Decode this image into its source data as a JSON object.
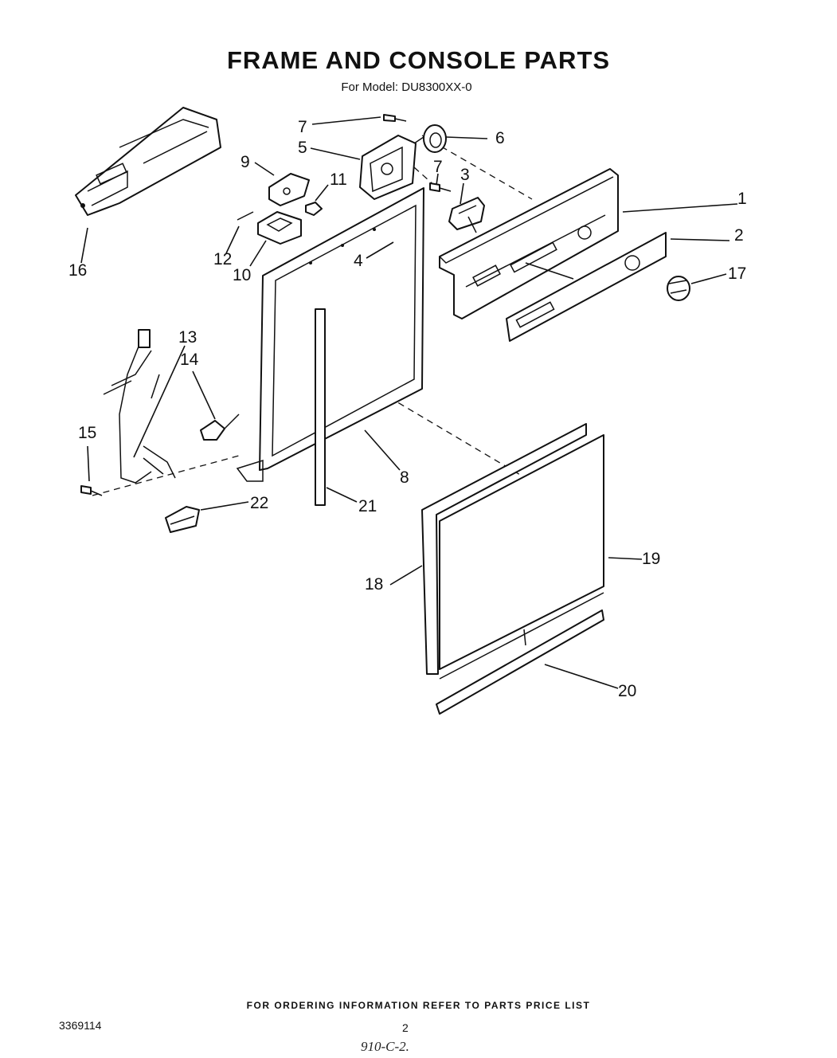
{
  "header": {
    "title": "FRAME AND CONSOLE PARTS",
    "subtitle": "For Model: DU8300XX-0"
  },
  "callouts": [
    "1",
    "2",
    "3",
    "4",
    "5",
    "6",
    "7",
    "7",
    "8",
    "9",
    "10",
    "11",
    "12",
    "13",
    "14",
    "15",
    "16",
    "17",
    "18",
    "19",
    "20",
    "21",
    "22"
  ],
  "footer": {
    "ordering_note": "FOR ORDERING INFORMATION REFER TO PARTS PRICE LIST",
    "document_number": "3369114",
    "page_number": "2",
    "handwritten_note": "910-C-2."
  }
}
